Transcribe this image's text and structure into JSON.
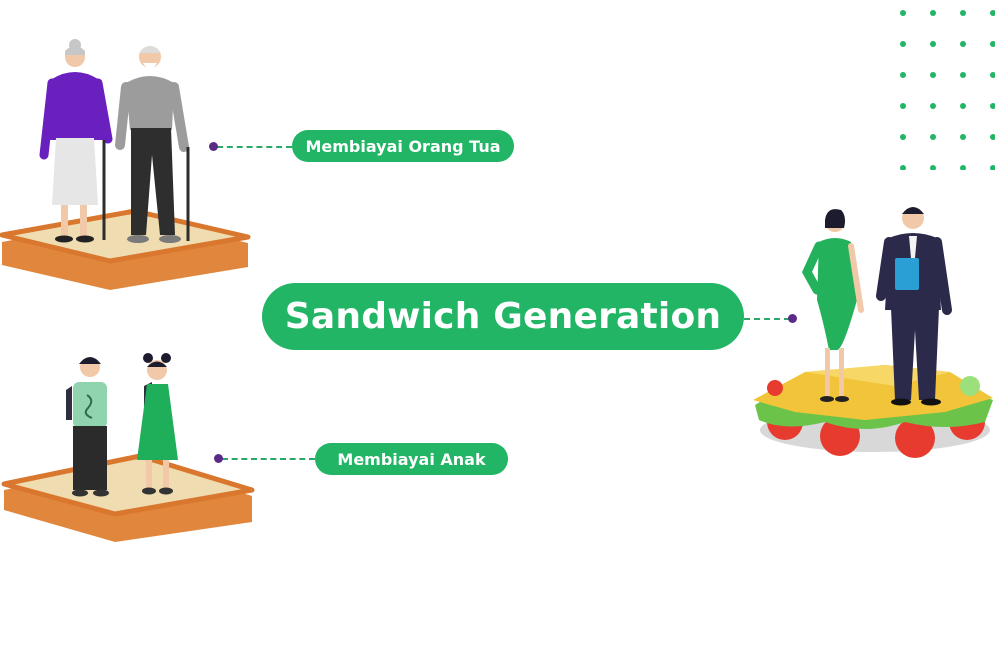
{
  "diagram": {
    "title": "Sandwich Generation",
    "nodes": {
      "parents": {
        "label": "Membiayai Orang Tua"
      },
      "children": {
        "label": "Membiayai Anak"
      }
    }
  },
  "colors": {
    "accent_green": "#21b565",
    "connector_dot": "#5b2a86",
    "bread_crust": "#e1873d",
    "bread_top": "#efdcb0"
  },
  "icons": {
    "parents": "elderly-couple-on-bread-icon",
    "children": "children-on-bread-icon",
    "adults": "adult-couple-on-sandwich-icon",
    "decoration": "dot-grid-icon"
  }
}
